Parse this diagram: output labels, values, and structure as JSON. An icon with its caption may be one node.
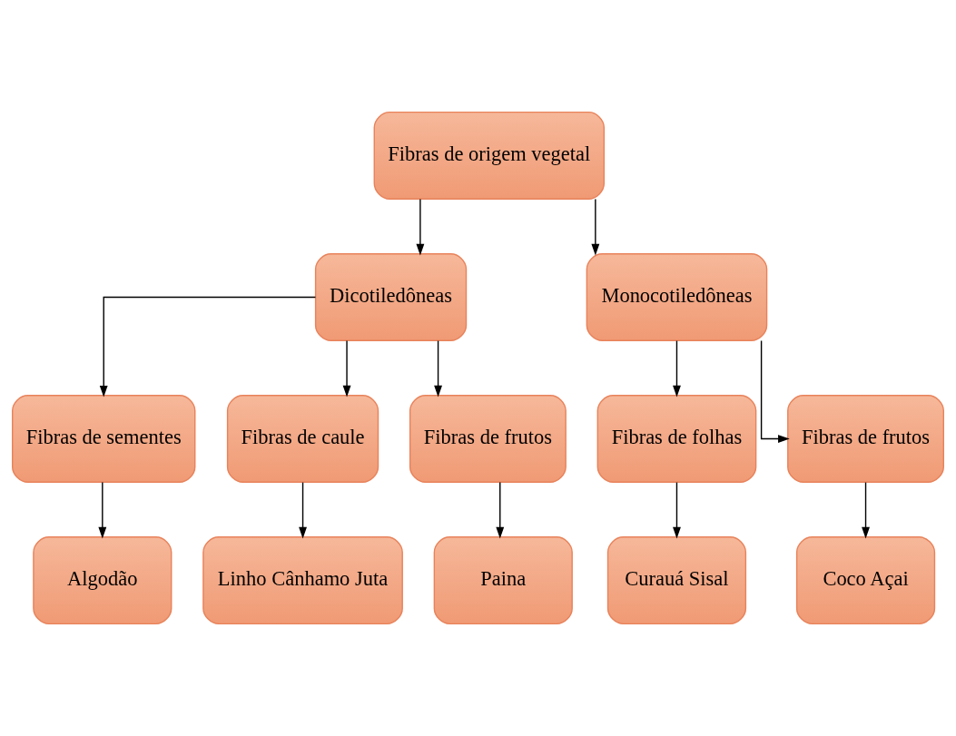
{
  "diagram": {
    "nodes": [
      {
        "text": [
          "Fibras de origem vegetal"
        ]
      },
      {
        "text": [
          "Dicotiledôneas"
        ]
      },
      {
        "text": [
          "Monocotiledôneas"
        ]
      },
      {
        "text": [
          "Fibras de sementes"
        ]
      },
      {
        "text": [
          "Fibras de caule"
        ]
      },
      {
        "text": [
          "Fibras de frutos"
        ]
      },
      {
        "text": [
          "Fibras de folhas"
        ]
      },
      {
        "text": [
          "Fibras de frutos"
        ]
      },
      {
        "text": [
          "Algodão"
        ]
      },
      {
        "text": [
          "Linho Cânhamo Juta"
        ]
      },
      {
        "text": [
          "Paina"
        ]
      },
      {
        "text": [
          "Curauá Sisal"
        ]
      },
      {
        "text": [
          "Coco Açai"
        ]
      }
    ],
    "edges": [
      {
        "from": 0,
        "to": 1,
        "arrow": "to"
      },
      {
        "from": 0,
        "to": 2,
        "arrow": "to"
      },
      {
        "from": 1,
        "to": 3,
        "arrow": "to"
      },
      {
        "from": 1,
        "to": 4,
        "arrow": "to"
      },
      {
        "from": 1,
        "to": 5,
        "arrow": "to"
      },
      {
        "from": 2,
        "to": 6,
        "arrow": "to"
      },
      {
        "from": 2,
        "to": 7,
        "arrow": "to"
      },
      {
        "from": 3,
        "to": 8,
        "arrow": "to"
      },
      {
        "from": 4,
        "to": 9,
        "arrow": "to"
      },
      {
        "from": 5,
        "to": 10,
        "arrow": "to"
      },
      {
        "from": 6,
        "to": 11,
        "arrow": "to"
      },
      {
        "from": 7,
        "to": 12,
        "arrow": "to"
      }
    ]
  }
}
